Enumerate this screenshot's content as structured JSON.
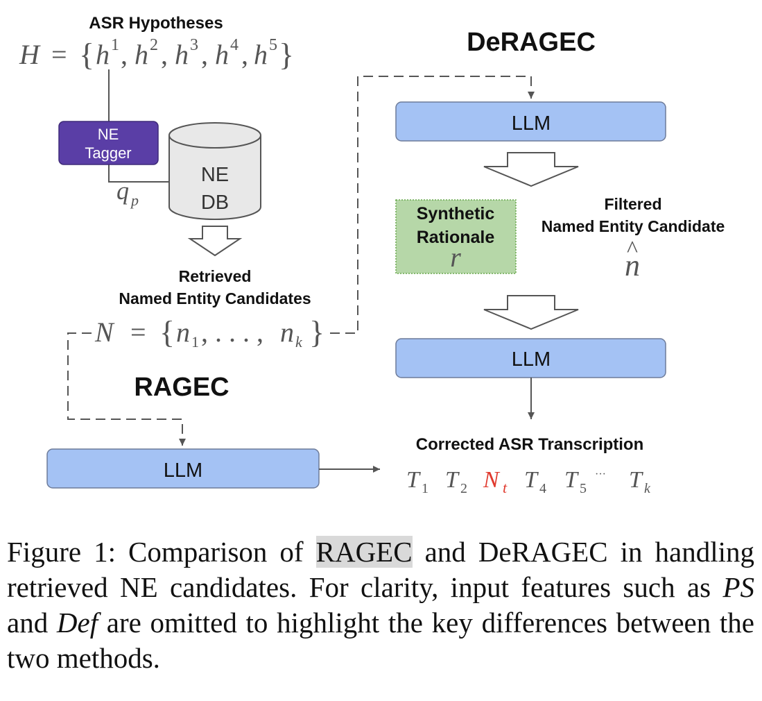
{
  "diagram": {
    "asr_hypotheses": {
      "title": "ASR Hypotheses",
      "lhs": "H",
      "eq": "=",
      "lbrace": "{",
      "rbrace": "}",
      "sep": ",",
      "var": "h",
      "superscripts": [
        "1",
        "2",
        "3",
        "4",
        "5"
      ]
    },
    "ne_tagger": {
      "line1": "NE",
      "line2": "Tagger",
      "color": "#5a3ea6"
    },
    "ne_db": {
      "line1": "NE",
      "line2": "DB",
      "color": "#e8e8e8"
    },
    "query": {
      "var": "q",
      "sub": "p"
    },
    "retrieved": {
      "line1": "Retrieved",
      "line2": "Named Entity Candidates",
      "lhs": "N",
      "eq": "=",
      "lbrace": "{",
      "rbrace": "}",
      "var": "n",
      "sub_first": "1",
      "mid": ", . . . ,",
      "sub_last": "k",
      "sep": ","
    },
    "ragec": {
      "title": "RAGEC",
      "llm_label": "LLM"
    },
    "deragec": {
      "title": "DeRAGEC",
      "llm_top_label": "LLM",
      "llm_mid_label": "LLM",
      "rationale": {
        "line1": "Synthetic",
        "line2": "Rationale",
        "symbol": "r",
        "color": "#b6d7a8"
      },
      "filtered": {
        "line1": "Filtered",
        "line2": "Named Entity Candidate",
        "symbol": "n",
        "hat": "^"
      }
    },
    "output": {
      "title": "Corrected ASR Transcription",
      "tokens": [
        {
          "var": "T",
          "sub": "1"
        },
        {
          "var": "T",
          "sub": "2"
        },
        {
          "var": "N",
          "sub": "t",
          "highlight": true
        },
        {
          "var": "T",
          "sub": "4"
        },
        {
          "var": "T",
          "sub": "5"
        },
        {
          "var": "T",
          "sub": "k"
        }
      ],
      "ellipsis": "···",
      "highlight_color": "#e03a2e"
    },
    "colors": {
      "llm_fill": "#a4c2f4",
      "llm_stroke": "#6d7b99",
      "line": "#555555"
    }
  },
  "caption": {
    "lead": "Figure 1: Comparison of ",
    "ragec": "RAGEC",
    "after_ragec": " and DeRAGEC in handling retrieved NE candidates. For clarity, input features such as ",
    "ps": "PS",
    "and": " and ",
    "def": "Def",
    "tail": " are omitted to highlight the key differences between the two methods."
  }
}
